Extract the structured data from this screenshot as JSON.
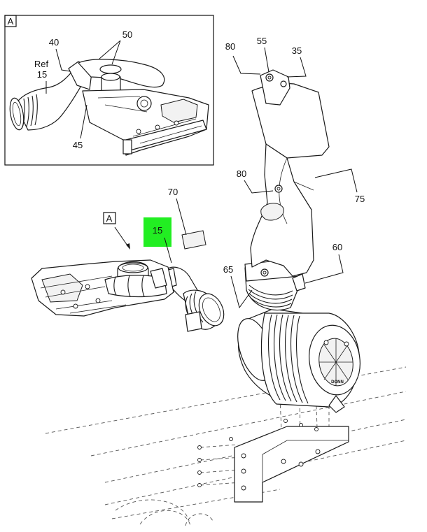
{
  "inset": {
    "letter": "A",
    "callouts": {
      "ref_word": "Ref",
      "ref_number": "15",
      "c40": "40",
      "c50": "50",
      "c45": "45"
    }
  },
  "main": {
    "view_letter": "A",
    "callouts": {
      "c15": "15",
      "c70": "70",
      "c80_top": "80",
      "c55": "55",
      "c35": "35",
      "c80_mid": "80",
      "c75": "75",
      "c60": "60",
      "c65": "65"
    },
    "highlight_color": "#22ee22",
    "filter_brand": "DONN"
  }
}
